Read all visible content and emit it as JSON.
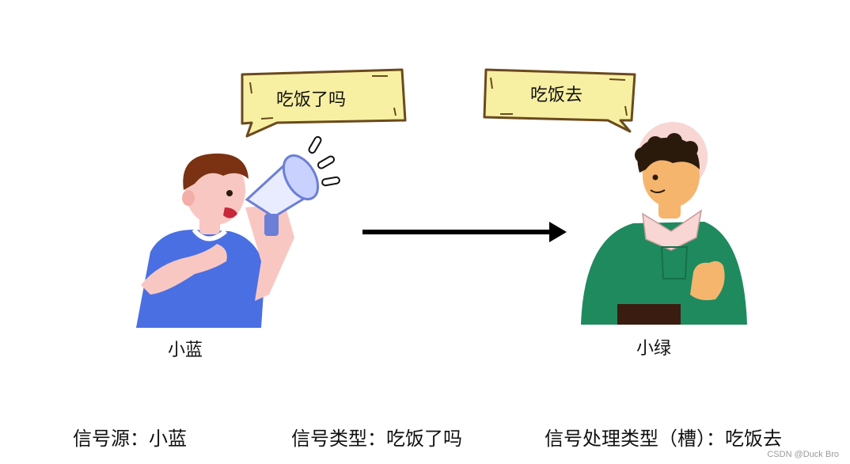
{
  "speakers": {
    "sender": {
      "name": "小蓝",
      "speech": "吃饭了吗"
    },
    "receiver": {
      "name": "小绿",
      "speech": "吃饭去"
    }
  },
  "captions": {
    "source": "信号源：小蓝",
    "signal_type": "信号类型：吃饭了吗",
    "slot": "信号处理类型（槽）：吃饭去"
  },
  "watermark": "CSDN @Duck Bro",
  "colors": {
    "bubble_fill": "#f7f0a3",
    "bubble_stroke": "#6b4a1d",
    "sender_shirt": "#4a6fe3",
    "receiver_shirt": "#1f8a5e",
    "arrow": "#000000"
  }
}
